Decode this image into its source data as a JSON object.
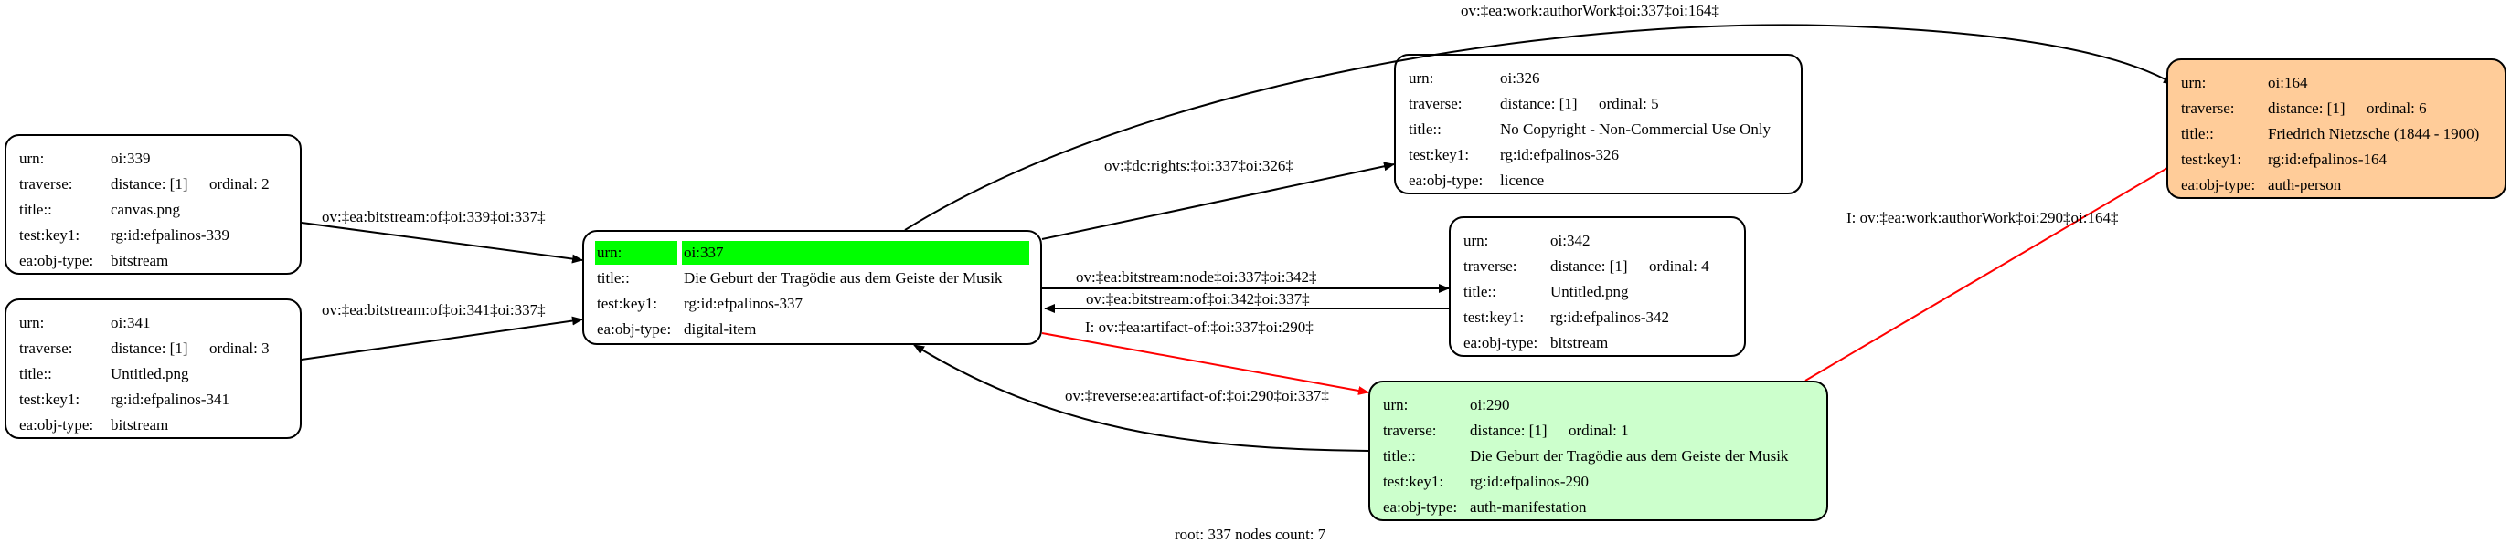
{
  "nodes": {
    "n339": {
      "urn_key": "urn:",
      "urn": "oi:339",
      "traverse_key": "traverse:",
      "distance": "distance: [1]",
      "ordinal": "ordinal: 2",
      "title_key": "title::",
      "title": "canvas.png",
      "testkey_key": "test:key1:",
      "testkey": "rg:id:efpalinos-339",
      "objtype_key": "ea:obj-type:",
      "objtype": "bitstream"
    },
    "n341": {
      "urn_key": "urn:",
      "urn": "oi:341",
      "traverse_key": "traverse:",
      "distance": "distance: [1]",
      "ordinal": "ordinal: 3",
      "title_key": "title::",
      "title": "Untitled.png",
      "testkey_key": "test:key1:",
      "testkey": "rg:id:efpalinos-341",
      "objtype_key": "ea:obj-type:",
      "objtype": "bitstream"
    },
    "n337": {
      "urn_key": "urn:",
      "urn": "oi:337",
      "title_key": "title::",
      "title": "Die Geburt der Tragödie aus dem Geiste der Musik",
      "testkey_key": "test:key1:",
      "testkey": "rg:id:efpalinos-337",
      "objtype_key": "ea:obj-type:",
      "objtype": "digital-item",
      "highlight_color": "#00ff00"
    },
    "n326": {
      "urn_key": "urn:",
      "urn": "oi:326",
      "traverse_key": "traverse:",
      "distance": "distance: [1]",
      "ordinal": "ordinal: 5",
      "title_key": "title::",
      "title": "No Copyright - Non-Commercial Use Only",
      "testkey_key": "test:key1:",
      "testkey": "rg:id:efpalinos-326",
      "objtype_key": "ea:obj-type:",
      "objtype": "licence"
    },
    "n342": {
      "urn_key": "urn:",
      "urn": "oi:342",
      "traverse_key": "traverse:",
      "distance": "distance: [1]",
      "ordinal": "ordinal: 4",
      "title_key": "title::",
      "title": "Untitled.png",
      "testkey_key": "test:key1:",
      "testkey": "rg:id:efpalinos-342",
      "objtype_key": "ea:obj-type:",
      "objtype": "bitstream"
    },
    "n290": {
      "urn_key": "urn:",
      "urn": "oi:290",
      "traverse_key": "traverse:",
      "distance": "distance: [1]",
      "ordinal": "ordinal: 1",
      "title_key": "title::",
      "title": "Die Geburt der Tragödie aus dem Geiste der Musik",
      "testkey_key": "test:key1:",
      "testkey": "rg:id:efpalinos-290",
      "objtype_key": "ea:obj-type:",
      "objtype": "auth-manifestation",
      "fill_color": "#ccffcc"
    },
    "n164": {
      "urn_key": "urn:",
      "urn": "oi:164",
      "traverse_key": "traverse:",
      "distance": "distance: [1]",
      "ordinal": "ordinal: 6",
      "title_key": "title::",
      "title": "Friedrich Nietzsche (1844 - 1900)",
      "testkey_key": "test:key1:",
      "testkey": "rg:id:efpalinos-164",
      "objtype_key": "ea:obj-type:",
      "objtype": "auth-person",
      "fill_color": "#ffcc99"
    }
  },
  "edges": {
    "e339": "ov:‡ea:bitstream:of‡oi:339‡oi:337‡",
    "e341": "ov:‡ea:bitstream:of‡oi:341‡oi:337‡",
    "e326": "ov:‡dc:rights:‡oi:337‡oi:326‡",
    "e164": "ov:‡ea:work:authorWork‡oi:337‡oi:164‡",
    "e342node": "ov:‡ea:bitstream:node‡oi:337‡oi:342‡",
    "e342of": "ov:‡ea:bitstream:of‡oi:342‡oi:337‡",
    "e290": "I: ov:‡ea:artifact-of:‡oi:337‡oi:290‡",
    "e290rev": "ov:‡reverse:ea:artifact-of:‡oi:290‡oi:337‡",
    "e290to164": "I: ov:‡ea:work:authorWork‡oi:290‡oi:164‡",
    "colors": {
      "normal": "#000000",
      "inferred": "#ff0000"
    }
  },
  "footer": "root: 337 nodes count: 7"
}
